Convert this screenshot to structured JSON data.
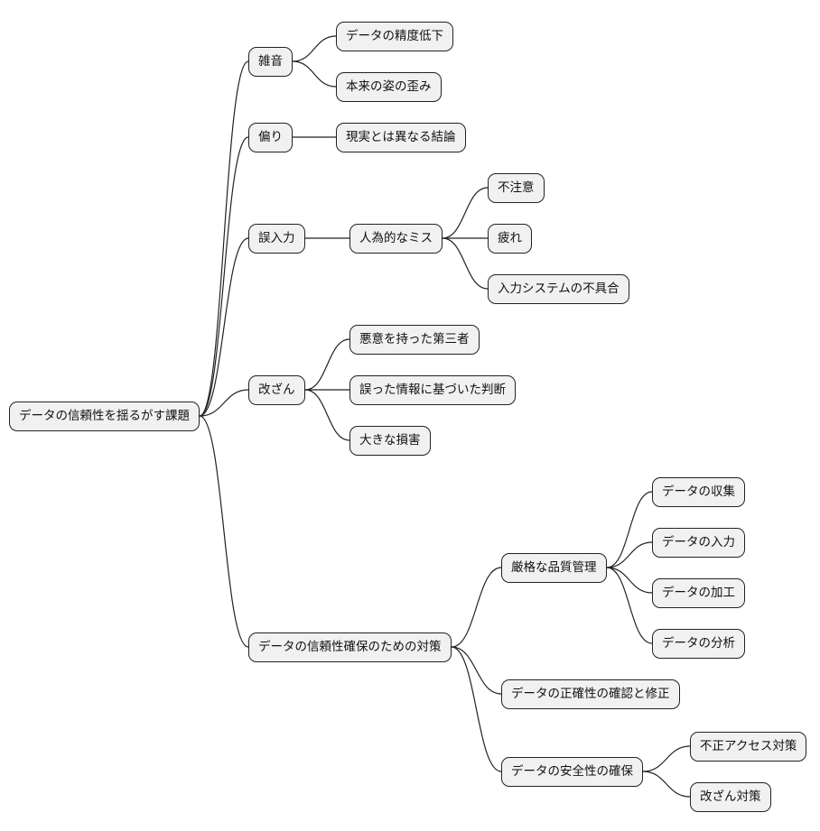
{
  "diagram": {
    "type": "mindmap",
    "colors": {
      "node_fill": "#f1f1f1",
      "node_border": "#222222",
      "edge": "#222222",
      "background": "#ffffff"
    },
    "root": {
      "id": "root",
      "label": "データの信頼性を揺るがす課題"
    },
    "nodes": [
      {
        "id": "noise",
        "label": "雑音",
        "parent": "root"
      },
      {
        "id": "noise_1",
        "label": "データの精度低下",
        "parent": "noise"
      },
      {
        "id": "noise_2",
        "label": "本来の姿の歪み",
        "parent": "noise"
      },
      {
        "id": "bias",
        "label": "偏り",
        "parent": "root"
      },
      {
        "id": "bias_1",
        "label": "現実とは異なる結論",
        "parent": "bias"
      },
      {
        "id": "input",
        "label": "誤入力",
        "parent": "root"
      },
      {
        "id": "human",
        "label": "人為的なミス",
        "parent": "input"
      },
      {
        "id": "human_1",
        "label": "不注意",
        "parent": "human"
      },
      {
        "id": "human_2",
        "label": "疲れ",
        "parent": "human"
      },
      {
        "id": "human_3",
        "label": "入力システムの不具合",
        "parent": "human"
      },
      {
        "id": "tamper",
        "label": "改ざん",
        "parent": "root"
      },
      {
        "id": "tamper_1",
        "label": "悪意を持った第三者",
        "parent": "tamper"
      },
      {
        "id": "tamper_2",
        "label": "誤った情報に基づいた判断",
        "parent": "tamper"
      },
      {
        "id": "tamper_3",
        "label": "大きな損害",
        "parent": "tamper"
      },
      {
        "id": "measures",
        "label": "データの信頼性確保のための対策",
        "parent": "root"
      },
      {
        "id": "qc",
        "label": "厳格な品質管理",
        "parent": "measures"
      },
      {
        "id": "qc_1",
        "label": "データの収集",
        "parent": "qc"
      },
      {
        "id": "qc_2",
        "label": "データの入力",
        "parent": "qc"
      },
      {
        "id": "qc_3",
        "label": "データの加工",
        "parent": "qc"
      },
      {
        "id": "qc_4",
        "label": "データの分析",
        "parent": "qc"
      },
      {
        "id": "verify",
        "label": "データの正確性の確認と修正",
        "parent": "measures"
      },
      {
        "id": "security",
        "label": "データの安全性の確保",
        "parent": "measures"
      },
      {
        "id": "sec_1",
        "label": "不正アクセス対策",
        "parent": "security"
      },
      {
        "id": "sec_2",
        "label": "改ざん対策",
        "parent": "security"
      }
    ]
  }
}
